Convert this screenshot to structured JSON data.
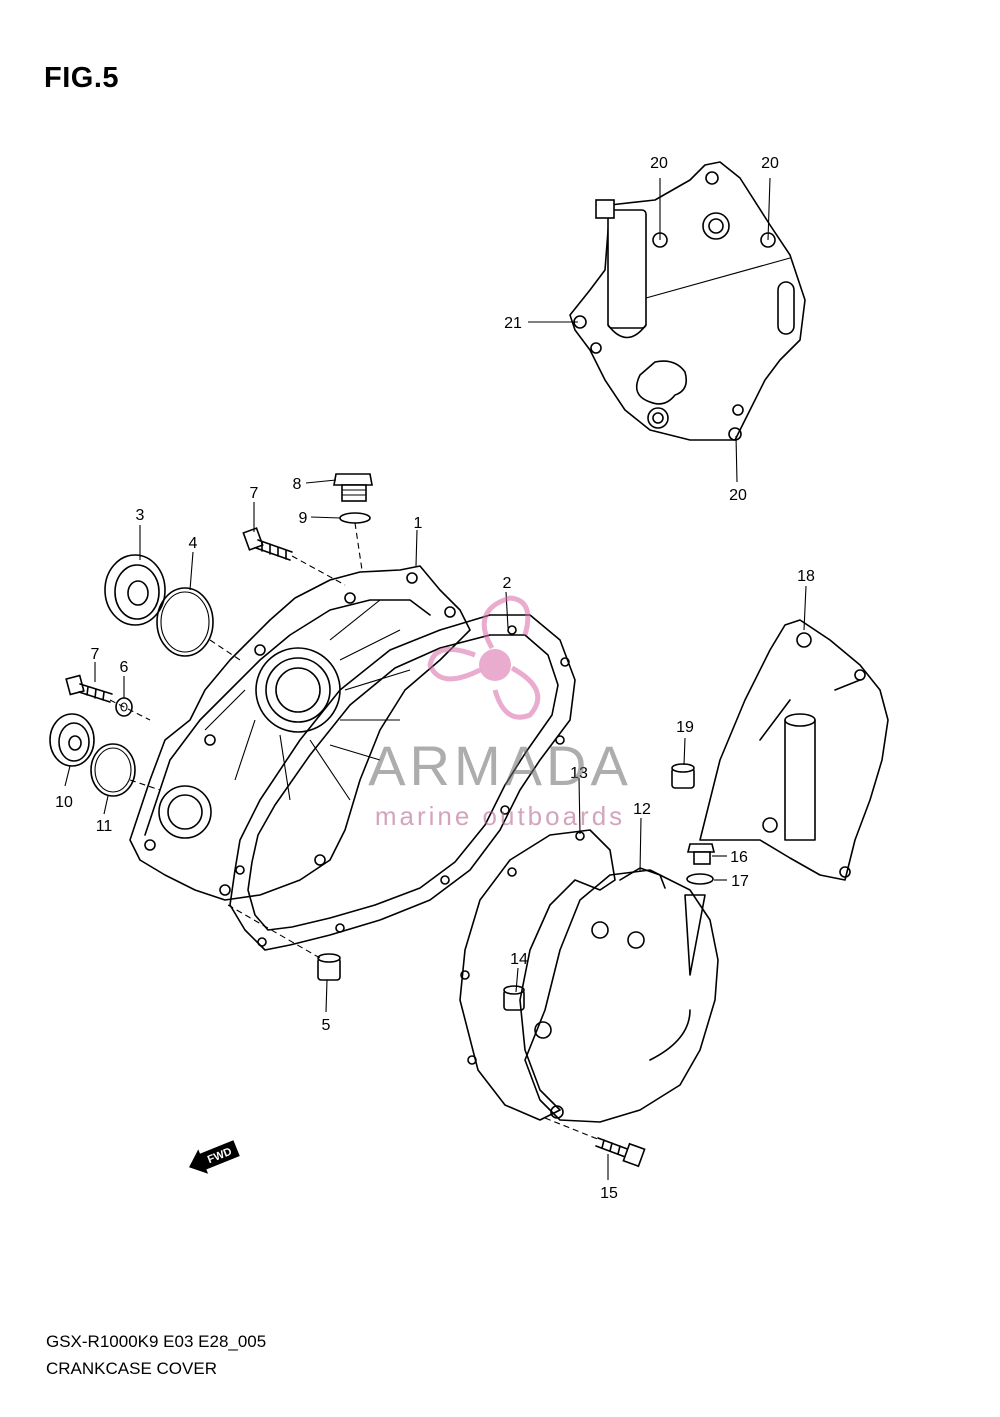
{
  "figure": {
    "title": "FIG.5",
    "model_code": "GSX-R1000K9 E03 E28_005",
    "section_name": "CRANKCASE COVER"
  },
  "callouts": [
    "1",
    "2",
    "3",
    "4",
    "5",
    "6",
    "7",
    "7",
    "8",
    "9",
    "10",
    "11",
    "12",
    "13",
    "14",
    "15",
    "16",
    "17",
    "18",
    "19",
    "20",
    "20",
    "20",
    "21"
  ],
  "direction_marker": "FWD",
  "watermark": {
    "brand": "ARMADA",
    "tagline": "marine outboards",
    "color_logo": "#d768a6",
    "color_text": "#6b6b6b"
  }
}
